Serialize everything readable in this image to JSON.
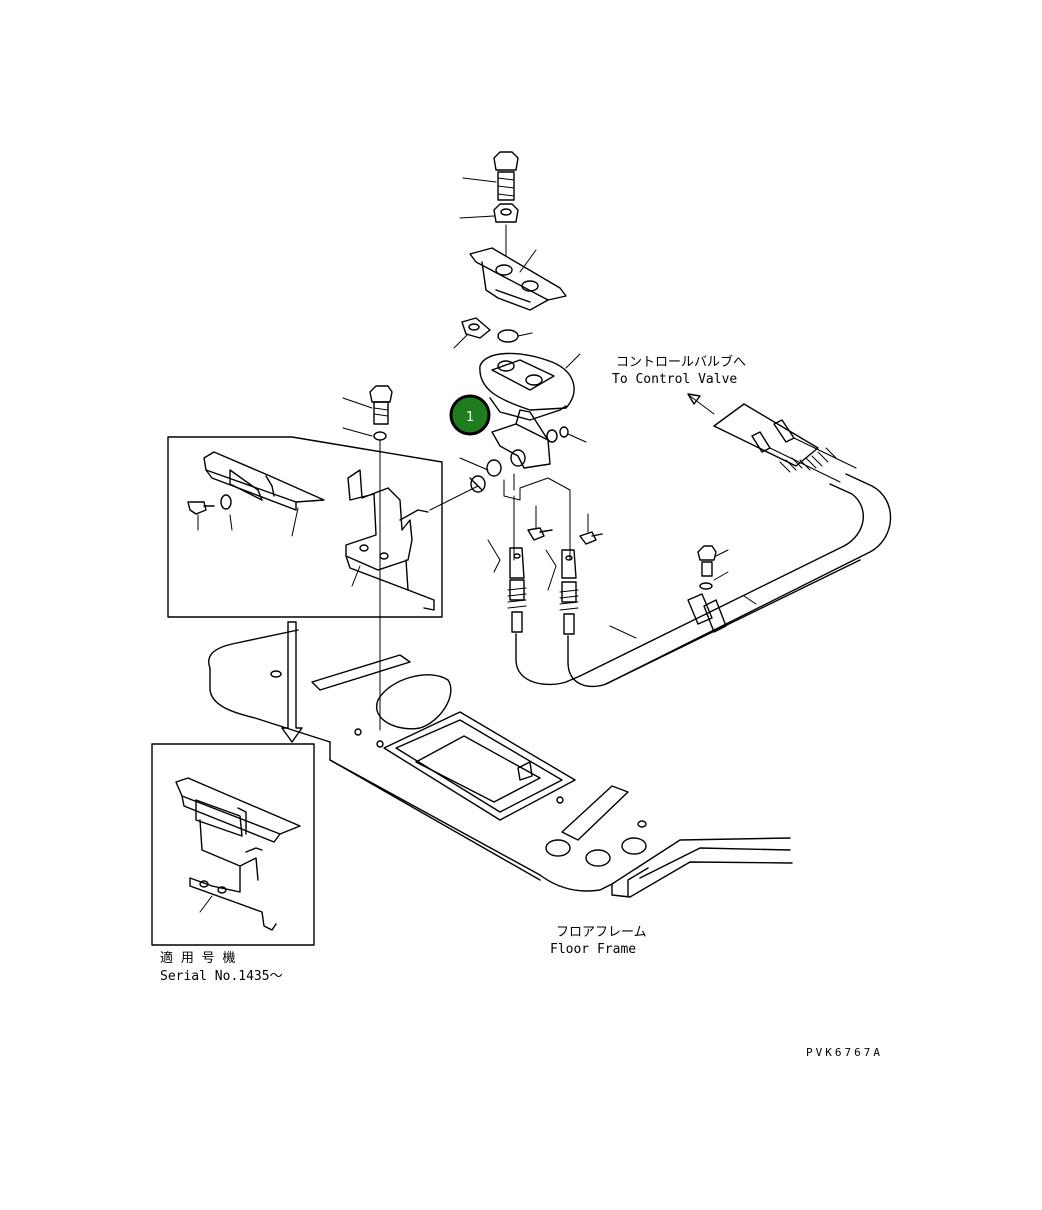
{
  "labels": {
    "control_valve_jp": "コントロールバルブへ",
    "control_valve_en": "To Control Valve",
    "floor_frame_jp": "フロアフレーム",
    "floor_frame_en": "Floor Frame",
    "serial_jp": "適 用 号 機",
    "serial_en": "Serial No.1435～",
    "drawing_code": "PVK6767A"
  },
  "callouts": [
    {
      "number": "1",
      "color": "#1e7d1e"
    }
  ]
}
